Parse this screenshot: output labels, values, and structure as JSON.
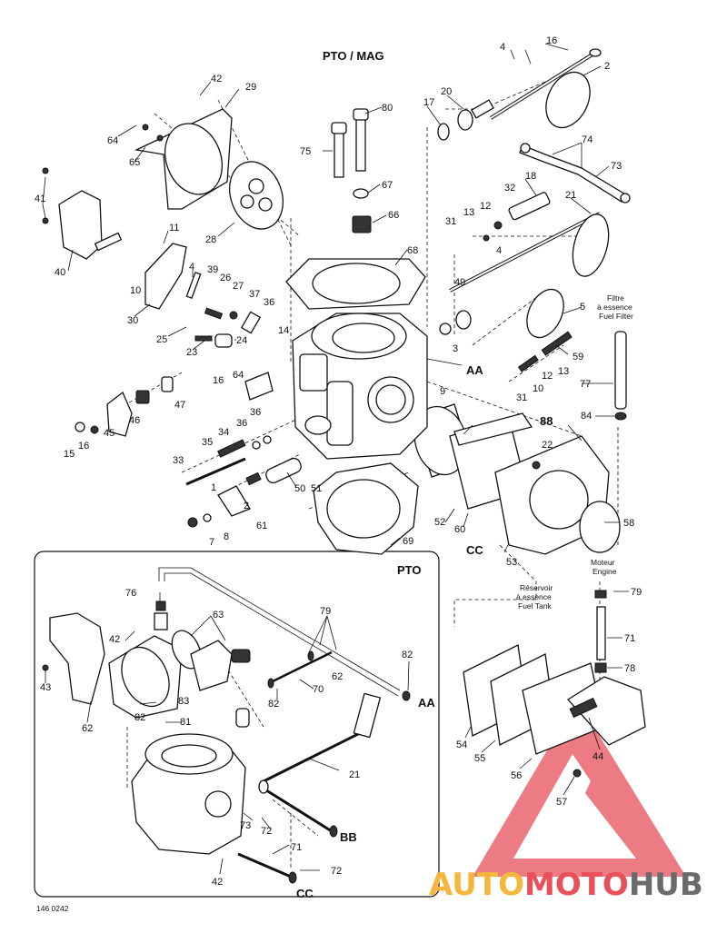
{
  "title": "PTO / MAG",
  "inset": {
    "title": "PTO"
  },
  "callouts": {
    "AA_top": "AA",
    "AA_inset": "AA",
    "BB": "88",
    "BB_inset": "BB",
    "CC_top": "CC",
    "CC_inset": "CC"
  },
  "notes": {
    "fuel_filter": [
      "Filtre",
      "à essence",
      "Fuel Filter"
    ],
    "fuel_tank": [
      "Réservoir",
      "à essence",
      "Fuel Tank"
    ],
    "engine": [
      "Moteur",
      "Engine"
    ]
  },
  "part_numbers": {
    "p16a": "16",
    "p4a": "4",
    "p2a": "2",
    "p20": "20",
    "p17": "17",
    "p74": "74",
    "p73": "73",
    "p18a": "18",
    "p32a": "32",
    "p21a": "21",
    "p13a": "13",
    "p12a": "12",
    "p31a": "31",
    "p4b": "4",
    "p49": "49",
    "p5": "5",
    "p3": "3",
    "p59": "59",
    "p13b": "13",
    "p12b": "12",
    "p10a": "10",
    "p31b": "31",
    "p77": "77",
    "p9": "9",
    "p84": "84",
    "p22": "22",
    "p58": "58",
    "p52": "52",
    "p60": "60",
    "p53": "53",
    "p42a": "42",
    "p29": "29",
    "p64a": "64",
    "p65": "65",
    "p41": "41",
    "p28": "28",
    "p40": "40",
    "p11": "11",
    "p10b": "10",
    "p4c": "4",
    "p39": "39",
    "p26": "26",
    "p27": "27",
    "p37": "37",
    "p36a": "36",
    "p30": "30",
    "p25": "25",
    "p23": "23",
    "p24": "24",
    "p14": "14",
    "p80": "80",
    "p75": "75",
    "p67": "67",
    "p66": "66",
    "p68": "68",
    "p16b": "16",
    "p64b": "64",
    "p47": "47",
    "p46": "46",
    "p45": "45",
    "p15": "15",
    "p16c": "16",
    "p34": "34",
    "p35": "35",
    "p36b": "36",
    "p36c": "36",
    "p33": "33",
    "p50": "50",
    "p51": "51",
    "p1": "1",
    "p2b": "2",
    "p61": "61",
    "p7": "7",
    "p8": "8",
    "p69": "69",
    "p76": "76",
    "p63": "63",
    "p79a": "79",
    "p42b": "42",
    "p62a": "62",
    "p43": "43",
    "p62b": "62",
    "p83": "83",
    "p82a": "82",
    "p81": "81",
    "p70": "70",
    "p82b": "82",
    "p82c": "82",
    "p21b": "21",
    "p73b": "73",
    "p72a": "72",
    "p71a": "71",
    "p42c": "42",
    "p72b": "72",
    "p79b": "79",
    "p71b": "71",
    "p78": "78",
    "p54": "54",
    "p55": "55",
    "p56": "56",
    "p57": "57",
    "p44": "44"
  },
  "code": "146 0242",
  "watermark": {
    "auto": "AUTO",
    "moto": "MOTO",
    "hub": "HUB"
  },
  "colors": {
    "watermark_red": "#e8505a",
    "watermark_orange": "#f4b63c",
    "watermark_gray": "#6b6b6b"
  }
}
